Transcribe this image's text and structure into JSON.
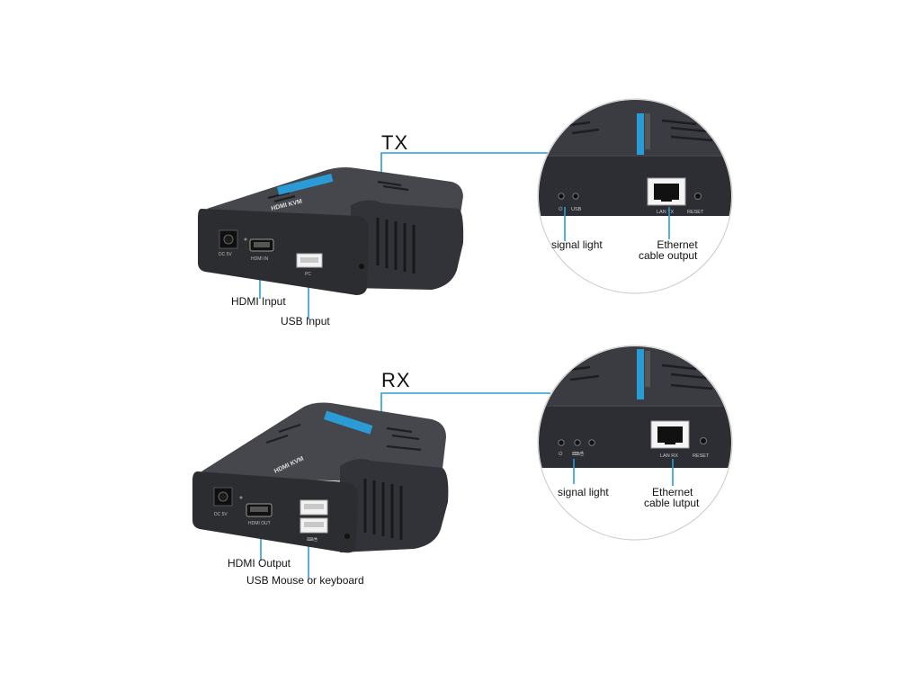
{
  "tx": {
    "section_label": "TX",
    "device": {
      "port_dc": "DC 5V",
      "port_hdmi": "HDMI IN",
      "port_usb": "PC"
    },
    "callouts": {
      "hdmi": "HDMI Input",
      "usb": "USB Input"
    },
    "zoom": {
      "led_labels": [
        "⏻",
        "USB"
      ],
      "port_lan": "LAN TX",
      "port_reset": "RESET",
      "signal_light": "signal light",
      "ethernet_line1": "Ethernet",
      "ethernet_line2": "cable output"
    }
  },
  "rx": {
    "section_label": "RX",
    "device": {
      "port_dc": "DC 5V",
      "port_hdmi": "HDMI OUT"
    },
    "callouts": {
      "hdmi": "HDMI Output",
      "usb": "USB Mouse or keyboard"
    },
    "zoom": {
      "led_labels": [
        "⏻",
        "⌨/🖱"
      ],
      "port_lan": "LAN RX",
      "port_reset": "RESET",
      "signal_light": "signal light",
      "ethernet_line1": "Ethernet",
      "ethernet_line2": "cable lutput"
    }
  },
  "colors": {
    "device_body": "#3b3d42",
    "device_dark": "#24262a",
    "device_front": "#2e3034",
    "accent_blue": "#2b9bd6",
    "port_white": "#f2f2f2"
  }
}
